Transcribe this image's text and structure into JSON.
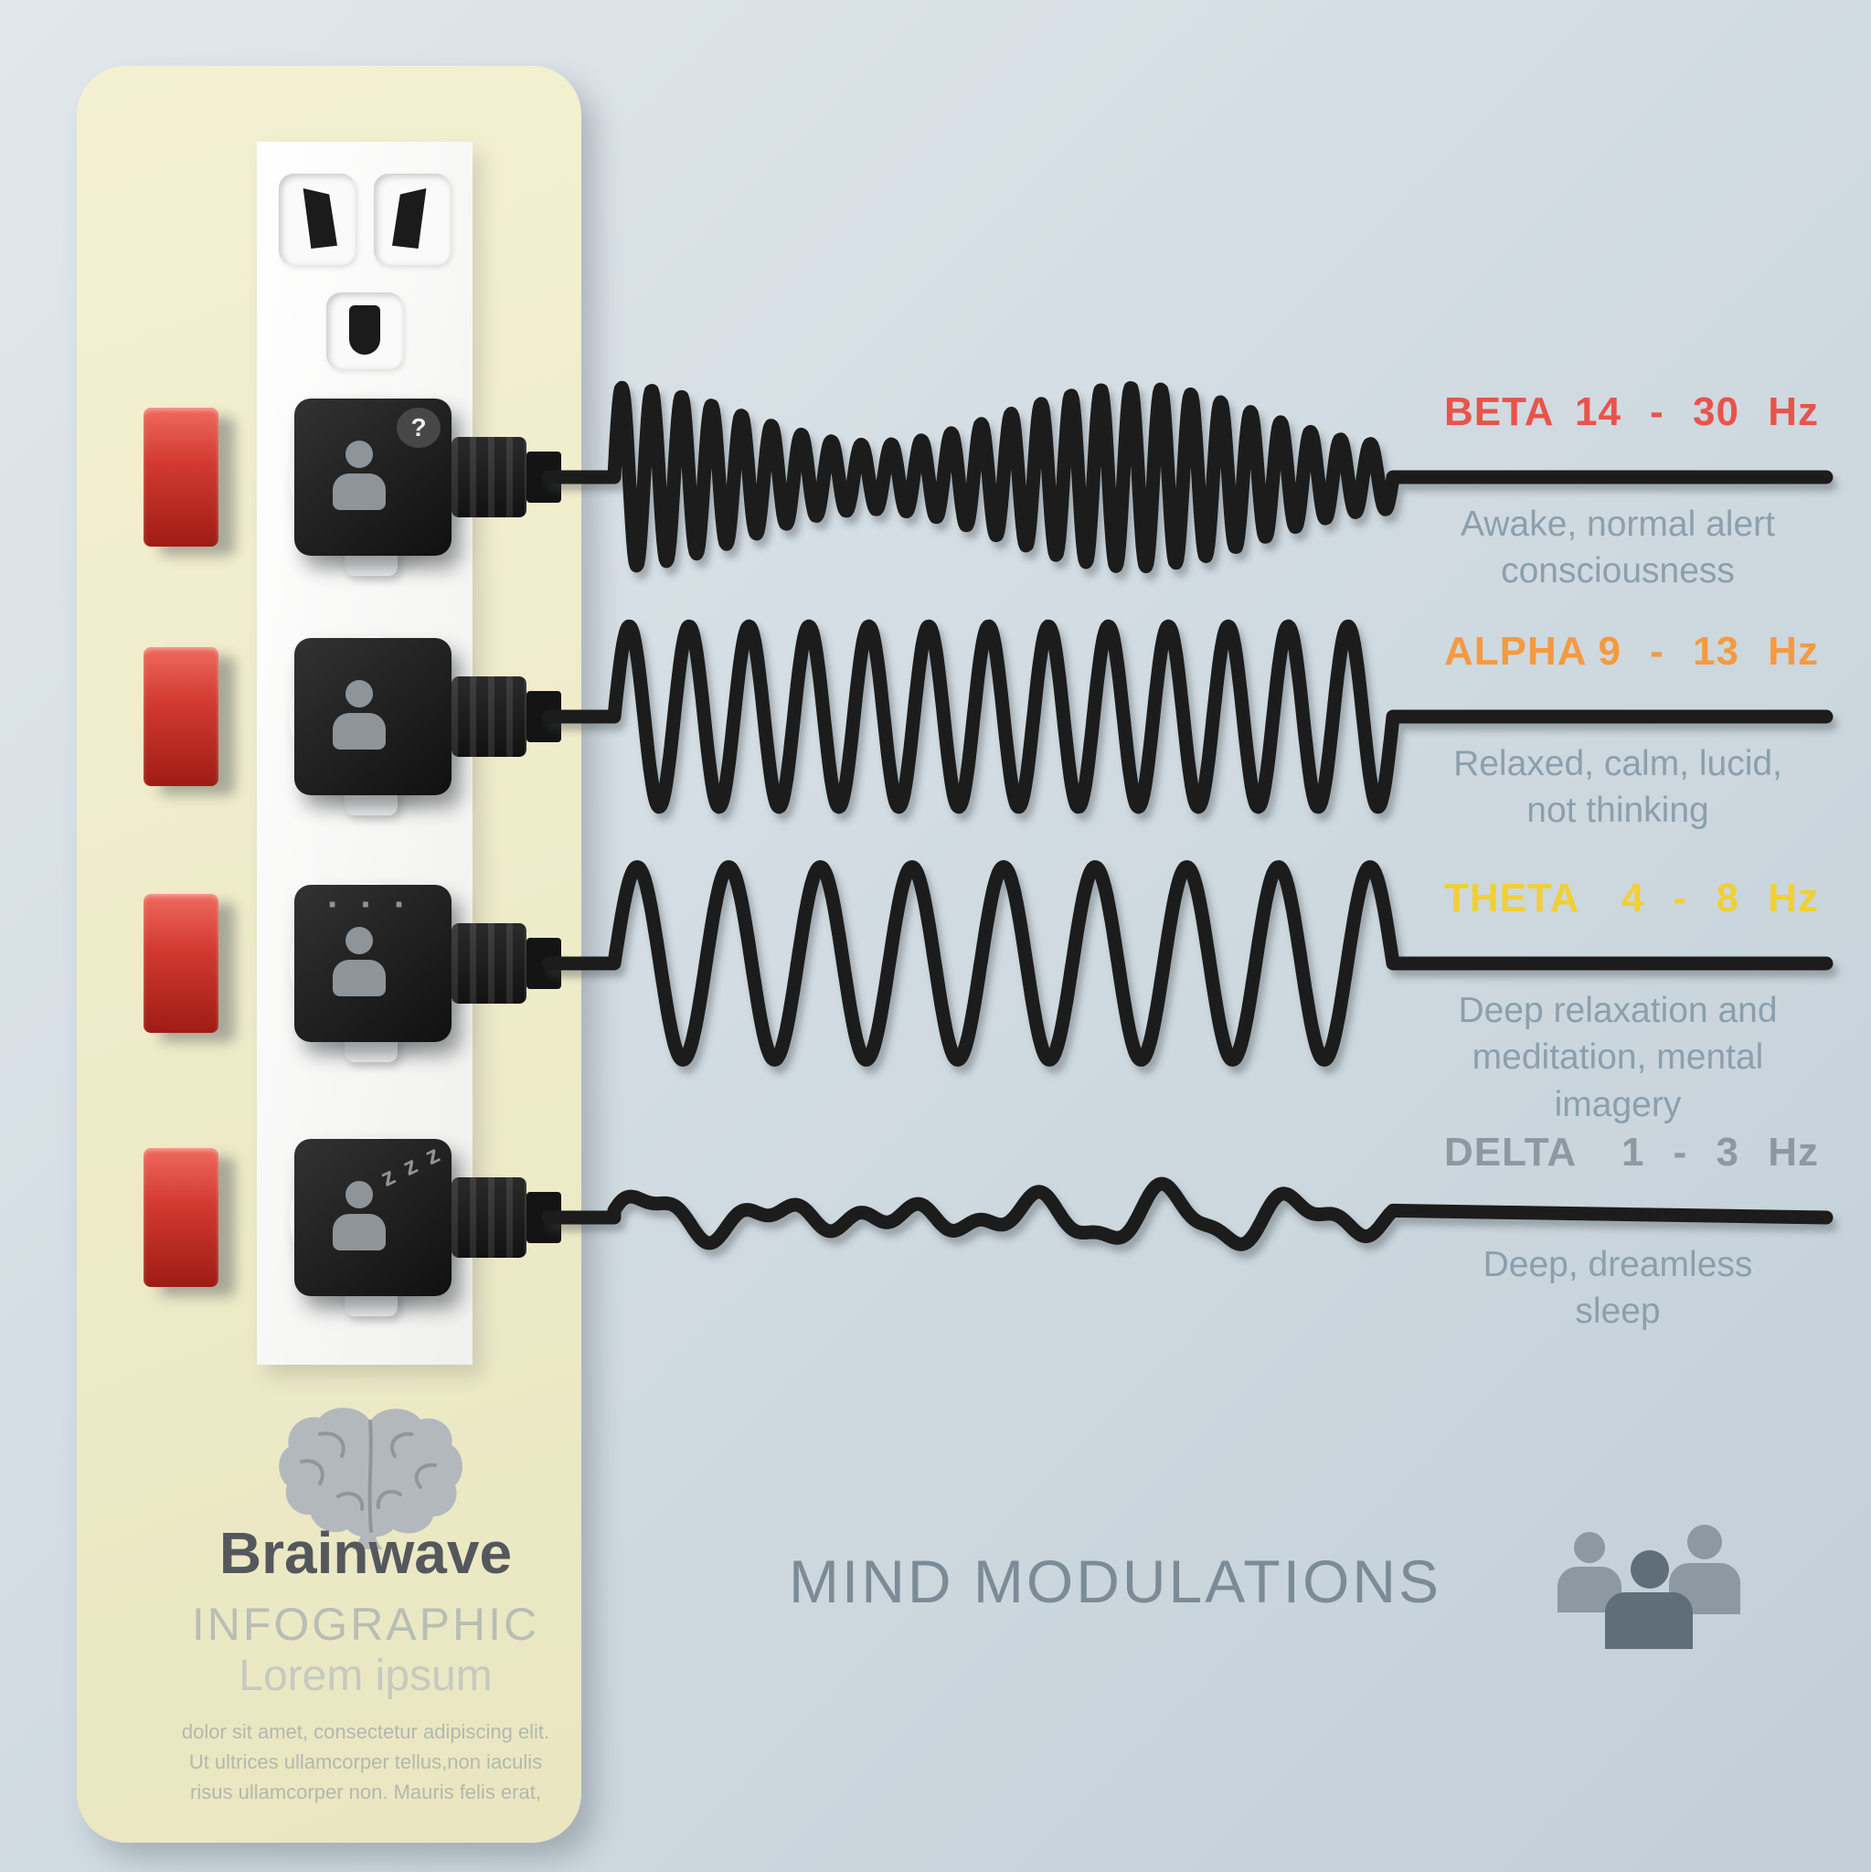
{
  "palette": {
    "background": "#cdd8de",
    "panel_cream": "#eeebc8",
    "cable_color": "#1d1d1d",
    "switch_red": "#c62b22",
    "description_gray": "#8ba0ac",
    "footer_gray": "#7c8c97"
  },
  "strip": {
    "title": "Brainwave",
    "subtitle": "INFOGRAPHIC",
    "lorem_heading": "Lorem ipsum",
    "lorem_body": "dolor sit amet, consectetur adipiscing elit.\nUt ultrices ullamcorper tellus,non iaculis\nrisus ullamcorper non. Mauris felis erat,"
  },
  "footer": {
    "title": "MIND MODULATIONS"
  },
  "waves": [
    {
      "name": "BETA",
      "range": "14 - 30 Hz",
      "label_color": "#e8544b",
      "description": "Awake, normal alert\nconsciousness",
      "plug_glyph": "?",
      "cycles": 26,
      "amplitude": 98,
      "envelope": "beta"
    },
    {
      "name": "ALPHA",
      "range": "9 - 13 Hz",
      "label_color": "#f59a40",
      "description": "Relaxed, calm, lucid,\nnot thinking",
      "plug_glyph": "",
      "cycles": 13,
      "amplitude": 104,
      "envelope": "steady"
    },
    {
      "name": "THETA",
      "range": "4 - 8 Hz",
      "label_color": "#f2cf33",
      "description": "Deep relaxation and\nmeditation, mental\nimagery",
      "plug_glyph": "· · ·",
      "cycles": 8.5,
      "amplitude": 111,
      "envelope": "steady"
    },
    {
      "name": "DELTA",
      "range": "1 - 3 Hz",
      "label_color": "#8d99a2",
      "description": "Deep, dreamless\nsleep",
      "plug_glyph": "z z z",
      "cycles": 6,
      "amplitude": 29,
      "envelope": "delta"
    }
  ]
}
